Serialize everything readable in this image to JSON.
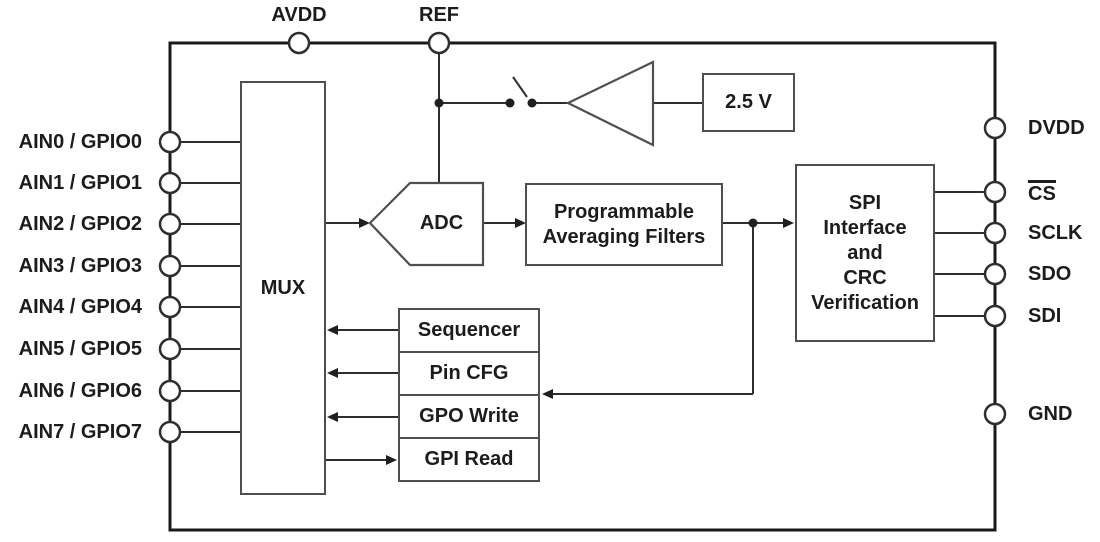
{
  "diagram": {
    "pins": {
      "top": {
        "avdd": "AVDD",
        "ref": "REF"
      },
      "left": [
        "AIN0 / GPIO0",
        "AIN1 / GPIO1",
        "AIN2 / GPIO2",
        "AIN3 / GPIO3",
        "AIN4 / GPIO4",
        "AIN5 / GPIO5",
        "AIN6 / GPIO6",
        "AIN7 / GPIO7"
      ],
      "right": {
        "dvdd": "DVDD",
        "cs": "CS",
        "sclk": "SCLK",
        "sdo": "SDO",
        "sdi": "SDI",
        "gnd": "GND"
      }
    },
    "blocks": {
      "mux": "MUX",
      "adc": "ADC",
      "filters": [
        "Programmable",
        "Averaging Filters"
      ],
      "vref": "2.5 V",
      "spi": [
        "SPI",
        "Interface",
        "and",
        "CRC",
        "Verification"
      ],
      "sequencer": "Sequencer",
      "pin_cfg": "Pin CFG",
      "gpo_write": "GPO Write",
      "gpi_read": "GPI Read"
    },
    "colors": {
      "background": "#ffffff",
      "chip_border": "#1a1a1a",
      "box_border": "#4f4f4f",
      "wire": "#2e2e2e",
      "text": "#1c1c1c"
    }
  }
}
